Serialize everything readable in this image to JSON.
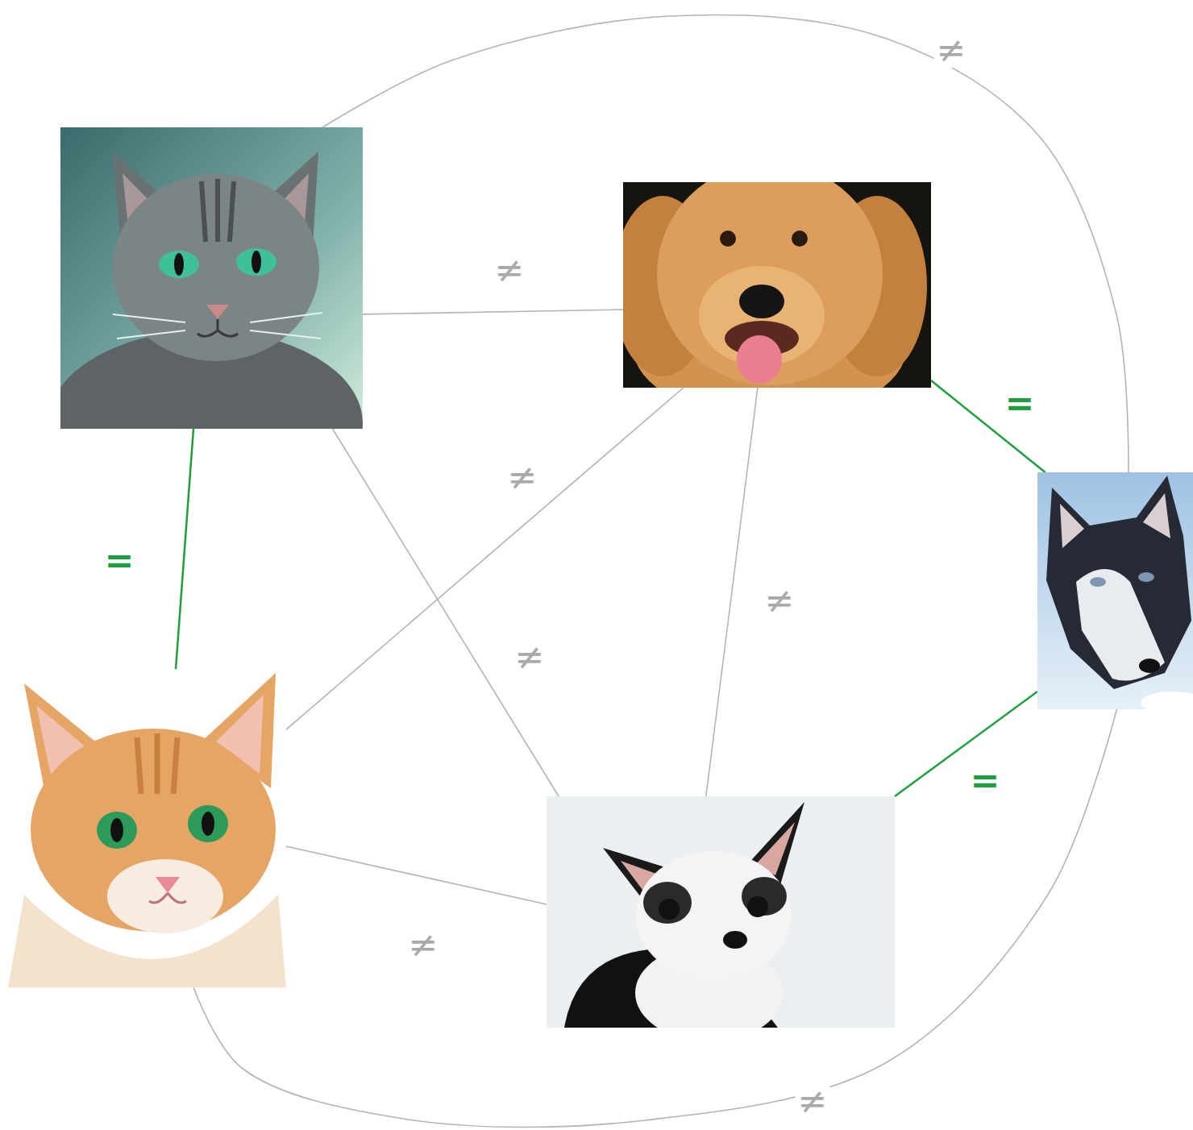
{
  "diagram": {
    "nodes": [
      {
        "text": []
      },
      {
        "text": []
      },
      {
        "text": []
      },
      {
        "text": []
      },
      {
        "text": []
      }
    ],
    "edges": [
      {
        "from": 0,
        "to": 1,
        "arrow": "none",
        "label": "≠"
      },
      {
        "from": 0,
        "to": 2,
        "arrow": "none",
        "label": "≠"
      },
      {
        "from": 0,
        "to": 3,
        "arrow": "none",
        "label": "="
      },
      {
        "from": 0,
        "to": 4,
        "arrow": "none",
        "label": "≠"
      },
      {
        "from": 1,
        "to": 2,
        "arrow": "none",
        "label": "="
      },
      {
        "from": 1,
        "to": 3,
        "arrow": "none",
        "label": "≠"
      },
      {
        "from": 1,
        "to": 4,
        "arrow": "none",
        "label": "≠"
      },
      {
        "from": 3,
        "to": 4,
        "arrow": "none",
        "label": "≠"
      },
      {
        "from": 3,
        "to": 2,
        "arrow": "none",
        "label": "≠"
      },
      {
        "from": 4,
        "to": 2,
        "arrow": "none",
        "label": "="
      }
    ]
  }
}
